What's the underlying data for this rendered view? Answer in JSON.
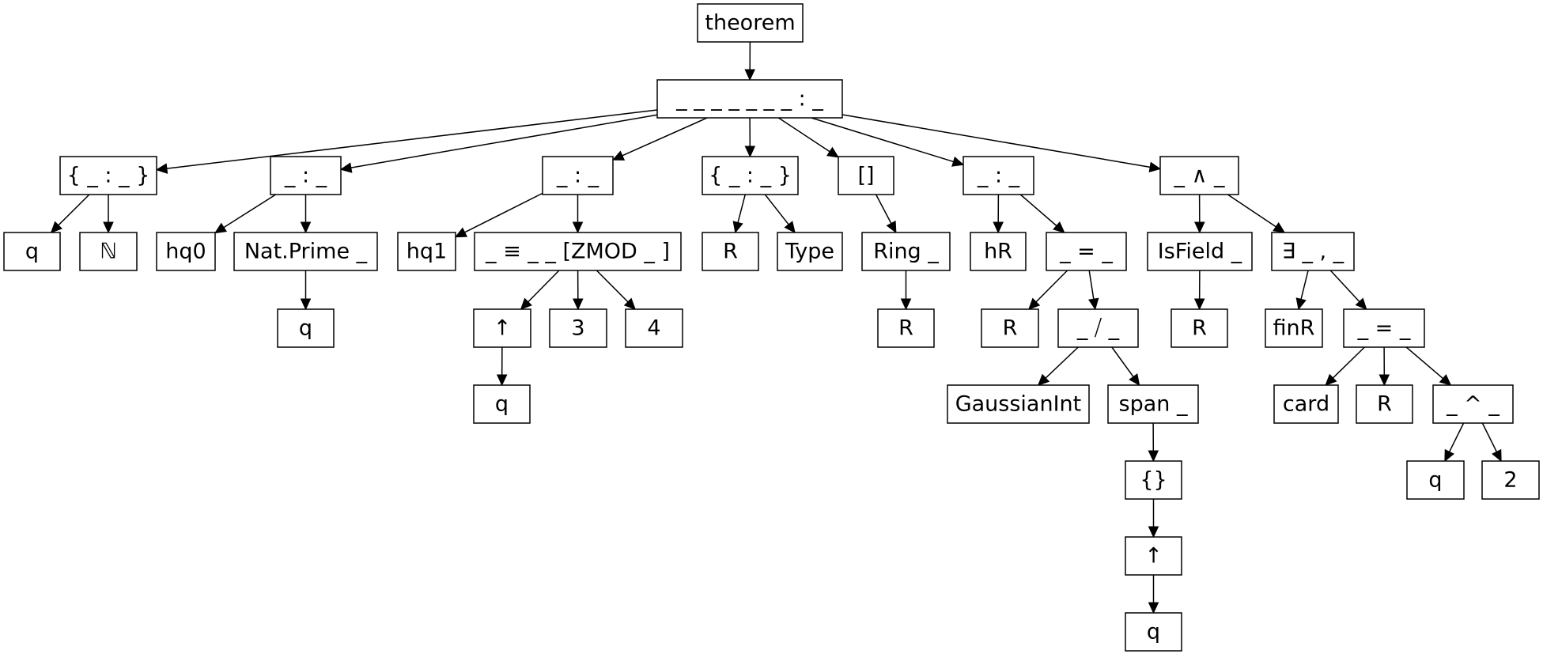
{
  "nodes": {
    "root": "theorem",
    "binder": "_ _ _ _ _ _ _ : _",
    "q_type": "{ _ : _ }",
    "q": "q",
    "nat": "ℕ",
    "hq0_colon": "_ : _",
    "hq0": "hq0",
    "nat_prime": "Nat.Prime _",
    "nat_prime_q": "q",
    "hq1_colon": "_ : _",
    "hq1": "hq1",
    "zmod": "_ ≡ _ _ [ZMOD _ ]",
    "coe_q": "↑",
    "coe_q_arg": "q",
    "three": "3",
    "four": "4",
    "r_type": "{ _ : _ }",
    "r": "R",
    "type": "Type",
    "inst": "[]",
    "ring": "Ring _",
    "ring_r": "R",
    "hr_colon": "_ : _",
    "hr": "hR",
    "eq": "_ = _",
    "eq_r": "R",
    "quot": "_ ⧸ _",
    "gaussian": "GaussianInt",
    "span": "span _",
    "set": "{}",
    "coe_span": "↑",
    "coe_span_q": "q",
    "and": "_ ∧ _",
    "isfield": "IsField _",
    "isfield_r": "R",
    "exists": "∃ _ , _",
    "finr": "finR",
    "eq2": "_ = _",
    "card": "card",
    "card_r": "R",
    "pow": "_ ^ _",
    "pow_q": "q",
    "pow_two": "2"
  }
}
